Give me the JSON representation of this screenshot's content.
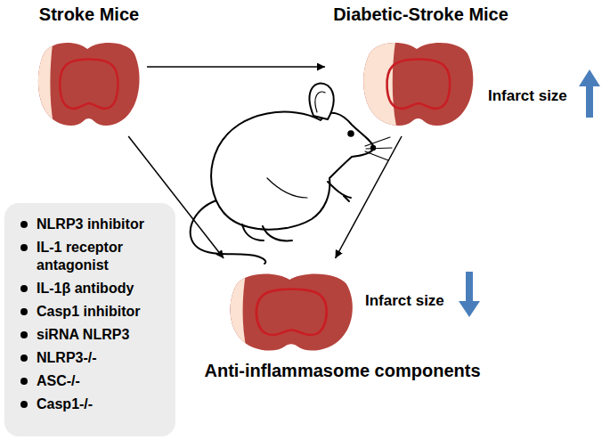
{
  "diagram": {
    "nodes": [
      {
        "text": [
          "Stroke Mice"
        ]
      },
      {
        "text": [
          "Diabetic-Stroke Mice"
        ]
      },
      {
        "text": [
          "NLRP3 inhibitor",
          "IL-1 receptor antagonist",
          "IL-1β antibody",
          "Casp1 inhibitor",
          "siRNA NLRP3",
          "NLRP3-/-",
          "ASC-/-",
          "Casp1-/-"
        ]
      },
      {
        "text": [
          "Anti-inflammasome components"
        ]
      }
    ],
    "edges": [
      {
        "from": 0,
        "to": 1,
        "arrow": "to"
      },
      {
        "from": 0,
        "to": 3,
        "arrow": "to"
      },
      {
        "from": 1,
        "to": 3,
        "arrow": "to"
      }
    ],
    "labels": [
      "Infarct size",
      "Infarct size"
    ]
  }
}
